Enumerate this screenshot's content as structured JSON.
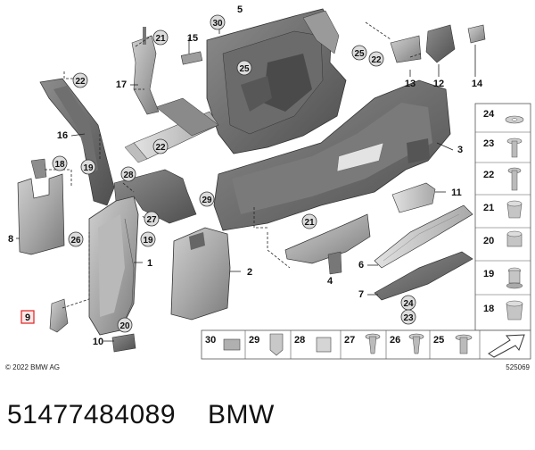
{
  "copyright": "© 2022 BMW AG",
  "diagram_number": "525069",
  "part_number": "51477484089",
  "brand": "BMW",
  "highlighted_item": "9",
  "callouts": {
    "c30": "30",
    "c21a": "21",
    "c25a": "25",
    "c22a": "22",
    "c22b": "22",
    "c18": "18",
    "c19a": "19",
    "c28": "28",
    "c29": "29",
    "c27": "27",
    "c19b": "19",
    "c26": "26",
    "c21b": "21",
    "c25b": "25",
    "c22c": "22",
    "c20": "20",
    "c24": "24",
    "c23": "23"
  },
  "labels": {
    "l5": "5",
    "l15": "15",
    "l17": "17",
    "l16": "16",
    "l8": "8",
    "l9": "9",
    "l10": "10",
    "l1": "1",
    "l2": "2",
    "l3": "3",
    "l4": "4",
    "l6": "6",
    "l7": "7",
    "l11": "11",
    "l12": "12",
    "l13": "13",
    "l14": "14"
  },
  "side_fasteners": [
    "24",
    "23",
    "22",
    "21",
    "20",
    "19",
    "18"
  ],
  "bottom_fasteners": [
    "30",
    "29",
    "28",
    "27",
    "26",
    "25"
  ]
}
